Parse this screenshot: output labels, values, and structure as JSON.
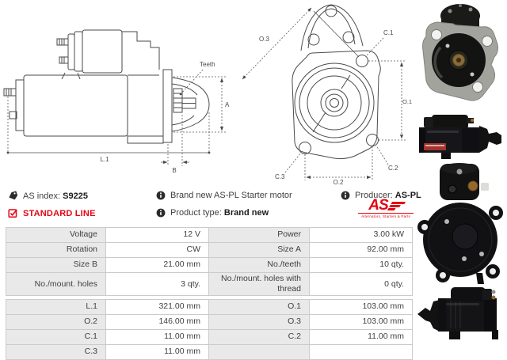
{
  "info": {
    "as_index": {
      "label": "AS index:",
      "value": "S9225"
    },
    "standard_line": "STANDARD LINE",
    "brand_new_line": "Brand new AS-PL Starter motor",
    "product_type": {
      "label": "Product type:",
      "value": "Brand new"
    },
    "producer": {
      "label": "Producer:",
      "value": "AS-PL"
    },
    "logo": {
      "text": "AS",
      "tagline": "Alternators, Starters & Parts"
    }
  },
  "drawings": {
    "side_view": {
      "teeth": "Teeth",
      "a": "A",
      "l1": "L.1",
      "b": "B"
    },
    "front_view": {
      "o3": "O.3",
      "c1": "C.1",
      "o1": "O.1",
      "c2": "C.2",
      "c3": "C.3",
      "o2": "O.2"
    }
  },
  "table": {
    "spec_rows": [
      {
        "label_left": "Voltage",
        "value_left": "12 V",
        "label_right": "Power",
        "value_right": "3.00 kW"
      },
      {
        "label_left": "Rotation",
        "value_left": "CW",
        "label_right": "Size A",
        "value_right": "92.00 mm"
      },
      {
        "label_left": "Size B",
        "value_left": "21.00 mm",
        "label_right": "No./teeth",
        "value_right": "10 qty."
      },
      {
        "label_left": "No./mount. holes",
        "value_left": "3 qty.",
        "label_right": "No./mount. holes with thread",
        "value_right": "0 qty."
      }
    ],
    "dim_rows": [
      {
        "label_left": "L.1",
        "value_left": "321.00 mm",
        "label_right": "O.1",
        "value_right": "103.00 mm"
      },
      {
        "label_left": "O.2",
        "value_left": "146.00 mm",
        "label_right": "O.3",
        "value_right": "103.00 mm"
      },
      {
        "label_left": "C.1",
        "value_left": "11.00 mm",
        "label_right": "C.2",
        "value_right": "11.00 mm"
      },
      {
        "label_left": "C.3",
        "value_left": "11.00 mm",
        "label_right": "",
        "value_right": ""
      }
    ]
  },
  "colors": {
    "red": "#e30613",
    "line": "#4a4a4a",
    "label_bg": "#e9e9e9"
  }
}
